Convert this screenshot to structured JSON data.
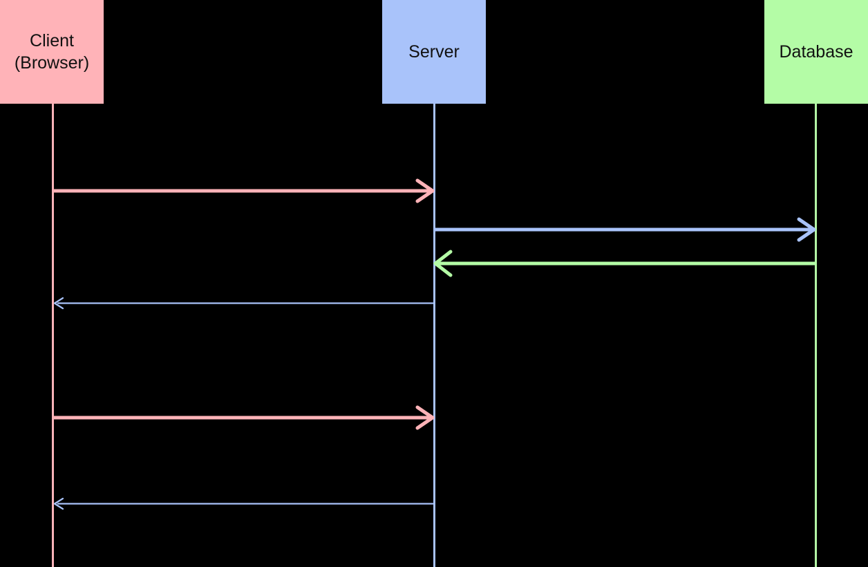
{
  "diagram": {
    "type": "sequence-diagram",
    "background": "#000000",
    "actors": [
      {
        "id": "client",
        "label": "Client\n(Browser)",
        "color": "#ffb3b8"
      },
      {
        "id": "server",
        "label": "Server",
        "color": "#a9c3fa"
      },
      {
        "id": "database",
        "label": "Database",
        "color": "#b4fca6"
      }
    ],
    "messages": [
      {
        "from": "client",
        "to": "server",
        "style": "thick",
        "color": "#ffb3b8"
      },
      {
        "from": "server",
        "to": "database",
        "style": "thick",
        "color": "#a9c3fa"
      },
      {
        "from": "database",
        "to": "server",
        "style": "thick",
        "color": "#b4fca6"
      },
      {
        "from": "server",
        "to": "client",
        "style": "thin",
        "color": "#a9c3fa"
      },
      {
        "from": "client",
        "to": "server",
        "style": "thick",
        "color": "#ffb3b8"
      },
      {
        "from": "server",
        "to": "client",
        "style": "thin",
        "color": "#a9c3fa"
      }
    ]
  },
  "colors": {
    "pink": "#ffb3b8",
    "blue": "#a9c3fa",
    "green": "#b4fca6",
    "background": "#000000",
    "text": "#111111"
  }
}
